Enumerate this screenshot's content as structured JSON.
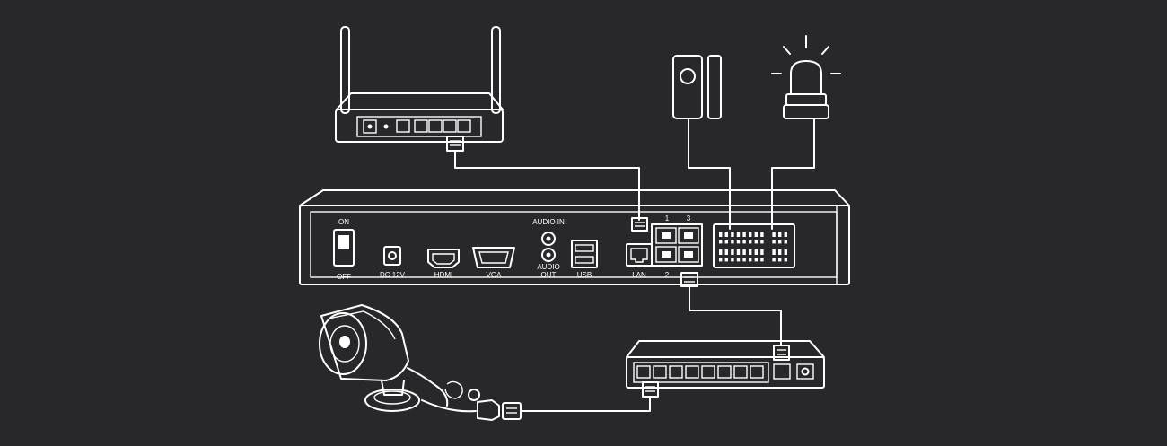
{
  "theme": {
    "background": "#28282a",
    "line": "#ffffff"
  },
  "nvr": {
    "labels": {
      "on": "ON",
      "off": "OFF",
      "dc": "DC 12V",
      "hdmi": "HDMI",
      "vga": "VGA",
      "audio_in": "AUDIO IN",
      "audio_out_1": "AUDIO",
      "audio_out_2": "OUT",
      "usb": "USB",
      "lan": "LAN",
      "port_1": "1",
      "port_2": "2",
      "port_3": "3"
    }
  },
  "devices": [
    {
      "name": "router",
      "icon": "wifi-router-icon"
    },
    {
      "name": "door-sensor",
      "icon": "door-sensor-icon"
    },
    {
      "name": "alarm-beacon",
      "icon": "alarm-light-icon"
    },
    {
      "name": "ip-camera",
      "icon": "bullet-camera-icon"
    },
    {
      "name": "poe-switch",
      "icon": "network-switch-icon"
    }
  ]
}
